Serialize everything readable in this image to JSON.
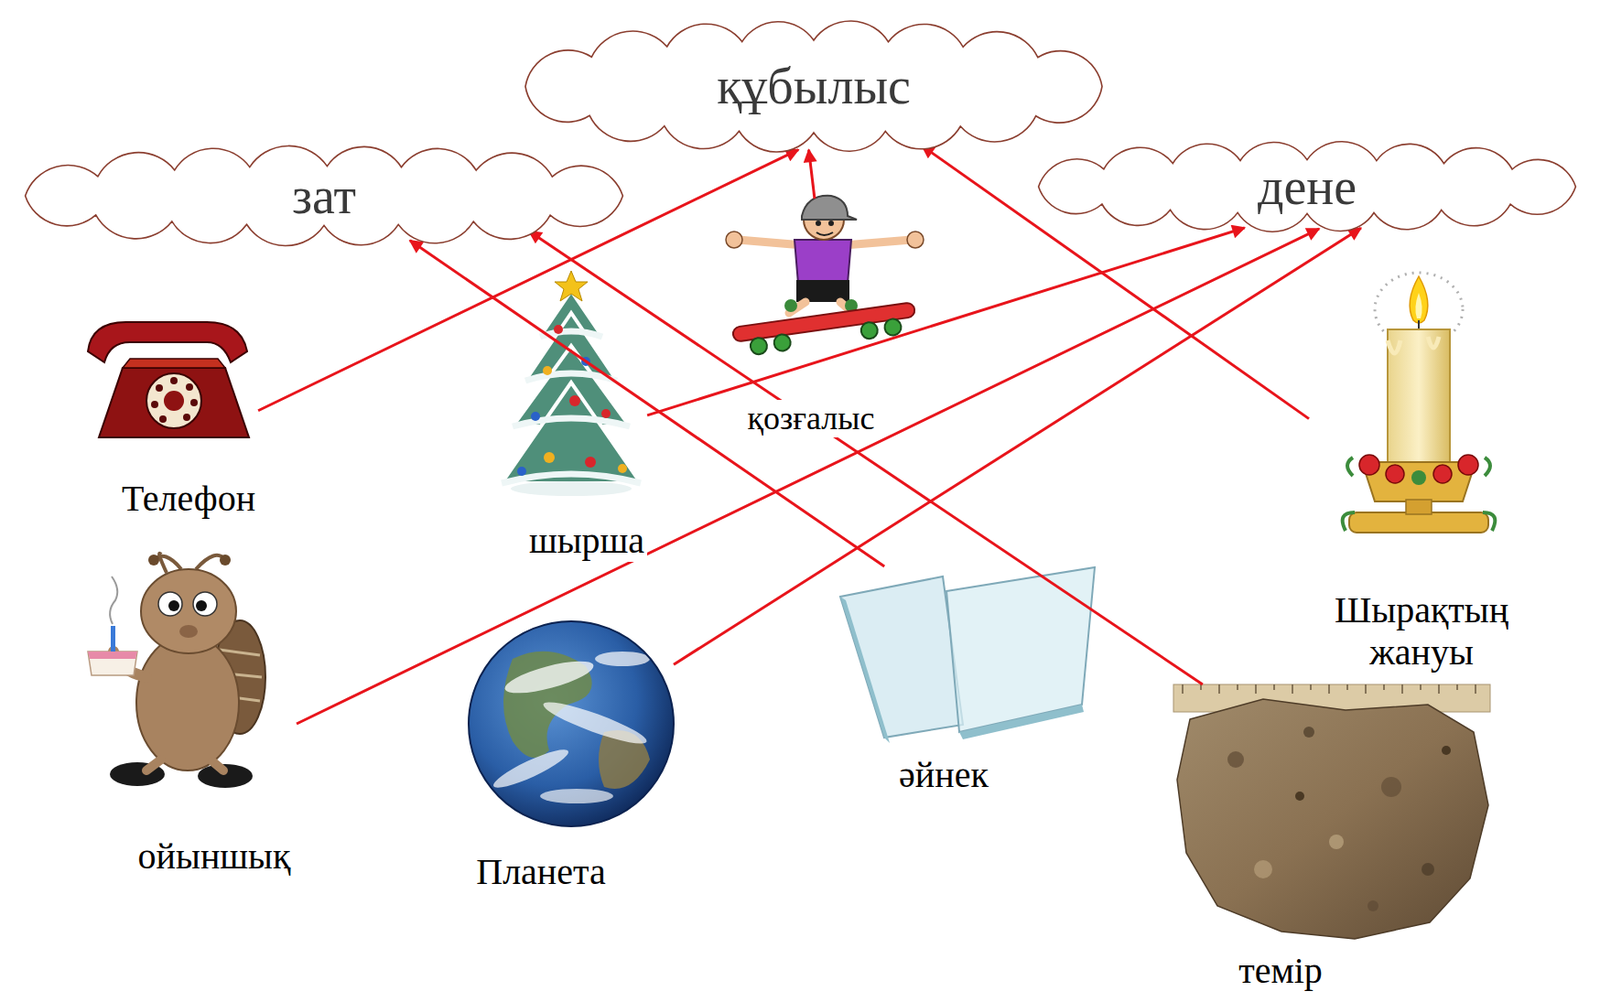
{
  "diagram": {
    "nodes": [
      {
        "text": [
          "құбылыс"
        ]
      },
      {
        "text": [
          "зат"
        ]
      },
      {
        "text": [
          "дене"
        ]
      },
      {
        "text": [
          "Телефон"
        ]
      },
      {
        "text": [
          "шырша"
        ]
      },
      {
        "text": [
          "қозғалыс"
        ]
      },
      {
        "text": [
          "Шырақтың жануы"
        ]
      },
      {
        "text": [
          "ойыншық"
        ]
      },
      {
        "text": [
          "Планета"
        ]
      },
      {
        "text": [
          "әйнек"
        ]
      },
      {
        "text": [
          "темір"
        ]
      }
    ],
    "edges": [
      {
        "from": 3,
        "to": 0,
        "arrow": "to"
      },
      {
        "from": 5,
        "to": 0,
        "arrow": "to"
      },
      {
        "from": 6,
        "to": 0,
        "arrow": "to"
      },
      {
        "from": 4,
        "to": 2,
        "arrow": "to"
      },
      {
        "from": 7,
        "to": 2,
        "arrow": "to"
      },
      {
        "from": 8,
        "to": 2,
        "arrow": "to"
      },
      {
        "from": 9,
        "to": 1,
        "arrow": "to"
      },
      {
        "from": 10,
        "to": 1,
        "arrow": "to"
      }
    ]
  }
}
